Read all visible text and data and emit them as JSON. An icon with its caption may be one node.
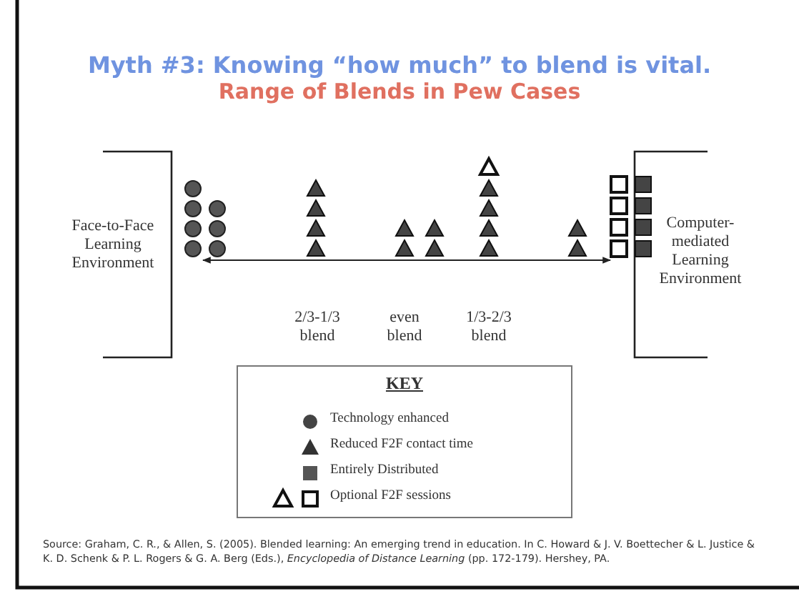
{
  "diagram": {
    "title": "Myth #3: Knowing “how much” to blend is vital.",
    "caption": "Source: Graham, C. R., & Allen, S. (2005). Blended learning: An emerging trend in education. In C. Howard & J. V. Boettecher & L. Justice & K. D. Schenk & P. L. Rogers & G. A. Berg (Eds.), *Encyclopedia of Distance Learning* (pp. 172-179). Hershey, PA.",
    "nodes": [
      {
        "text": [
          "Face-to-Face Learning Environment"
        ]
      },
      {
        "text": [
          "Computer-mediated Learning Environment"
        ]
      }
    ],
    "edges": [
      {
        "from": 0,
        "to": 1,
        "arrow": "both"
      }
    ],
    "labels": [
      "Range of Blends in Pew Cases",
      "2/3-1/3 blend",
      "even blend",
      "1/3-2/3 blend",
      "KEY"
    ],
    "legend": [
      {
        "text": "Technology enhanced"
      },
      {
        "text": "Reduced F2F contact time"
      },
      {
        "text": "Entirely Distributed"
      },
      {
        "text": "Optional F2F sessions"
      }
    ]
  }
}
